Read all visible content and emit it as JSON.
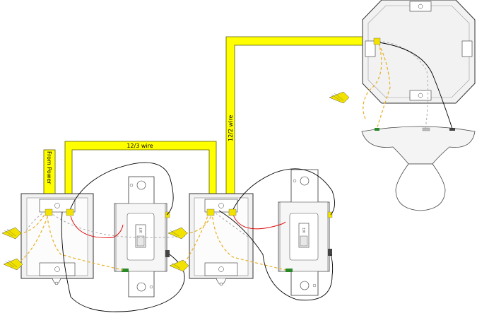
{
  "labels": {
    "from_power": "From Power",
    "cable_12_3": "12/3 wire",
    "cable_12_2": "12/2 wire",
    "switch_1_text": "OFF",
    "switch_2_text": "OFF"
  },
  "colors": {
    "cable_sheath": "#ffff00",
    "cable_outline": "#5a5a00",
    "wire_black": "#000000",
    "wire_red": "#e00000",
    "wire_white_dashed": "#aaaaaa",
    "ground_dashed": "#e8b020",
    "wire_nut": "#f2e200",
    "box_fill": "#f2f2f2",
    "screw_green": "#2a8a2a"
  },
  "icons": {
    "wire_nut": "wire-nut-icon",
    "ground_bundle": "ground-bundle-icon",
    "screw": "screw-icon"
  }
}
